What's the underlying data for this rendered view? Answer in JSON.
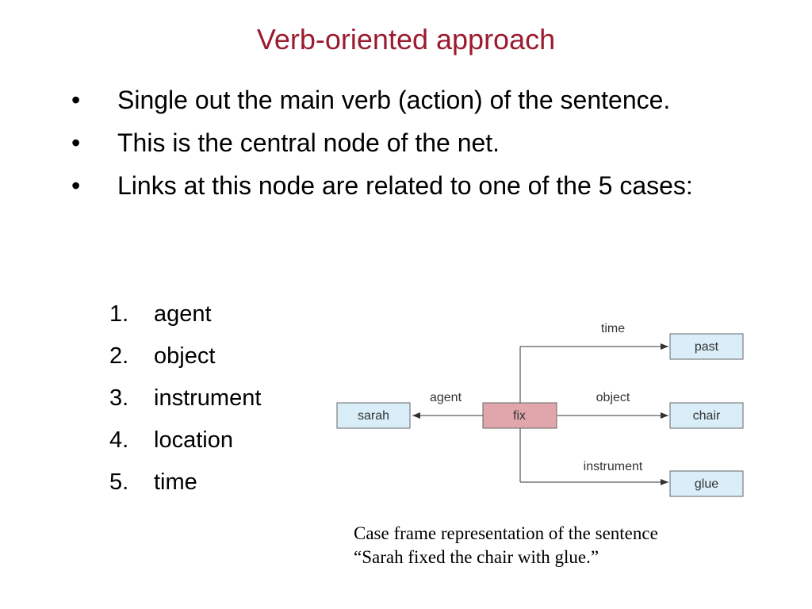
{
  "slide": {
    "title": "Verb-oriented approach",
    "title_color": "#9b1b30",
    "bullets": [
      "Single out the main verb (action) of the sentence.",
      "This is the central node of the net.",
      "Links at this node are related to one of the 5 cases:"
    ],
    "cases": [
      {
        "num": "1.",
        "label": "agent"
      },
      {
        "num": "2.",
        "label": "object"
      },
      {
        "num": "3.",
        "label": "instrument"
      },
      {
        "num": "4.",
        "label": "location"
      },
      {
        "num": "5.",
        "label": "time"
      }
    ],
    "bullet_symbol": "•"
  },
  "diagram": {
    "nodes": {
      "sarah": "sarah",
      "fix": "fix",
      "past": "past",
      "chair": "chair",
      "glue": "glue"
    },
    "edges": {
      "agent": "agent",
      "time": "time",
      "object": "object",
      "instrument": "instrument"
    },
    "colors": {
      "node_fill": "#d9eef9",
      "verb_fill": "#e0a6ac",
      "stroke": "#666666"
    }
  },
  "caption": {
    "line1": "Case frame representation of the sentence",
    "line2": "“Sarah fixed the chair with glue.”"
  }
}
